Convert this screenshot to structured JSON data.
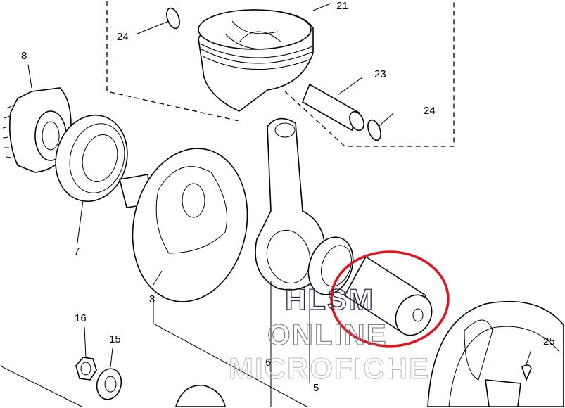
{
  "diagram": {
    "part_labels": {
      "piston": "21",
      "circlip_top": "24",
      "circlip_right": "24",
      "piston_pin": "23",
      "drive_gear": "8",
      "bearing": "7",
      "crank_wheel_left": "3",
      "nut": "16",
      "washer": "15",
      "connecting_rod": "6",
      "crank_pin": "5",
      "key": "25"
    },
    "highlight_color": "#e0141e",
    "watermark": {
      "line1": "HLSM",
      "line2": "ONLINE",
      "line3": "MICROFICHE"
    }
  }
}
